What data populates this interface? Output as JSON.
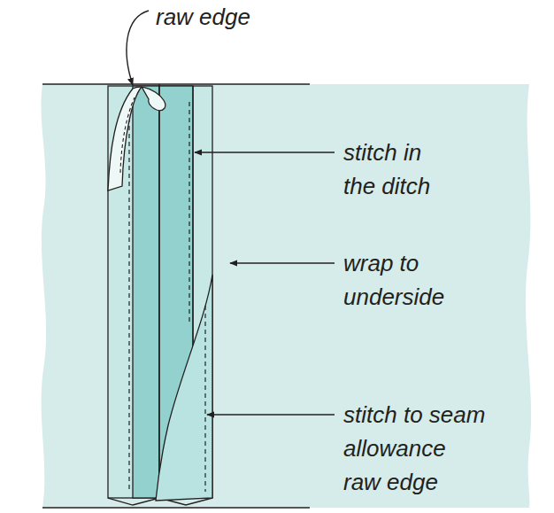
{
  "diagram": {
    "labels": [
      "raw edge",
      "stitch in the ditch",
      "wrap to underside",
      "stitch to seam allowance raw edge"
    ]
  }
}
